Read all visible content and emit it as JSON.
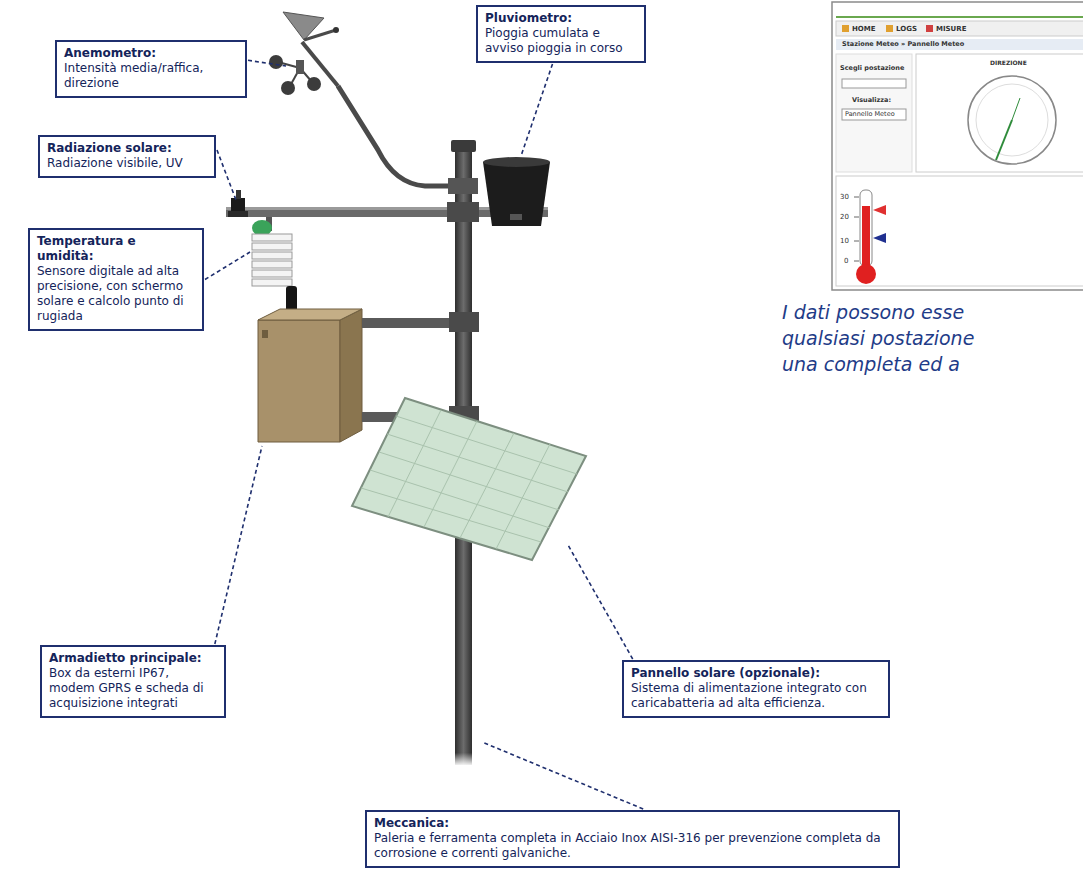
{
  "diagram": {
    "nodes": [
      {
        "text": [
          "Anemometro:",
          "Intensità media/raffica, direzione"
        ]
      },
      {
        "text": [
          "Pluviometro:",
          "Pioggia cumulata e avviso pioggia in corso"
        ]
      },
      {
        "text": [
          "Radiazione solare:",
          "Radiazione visibile, UV"
        ]
      },
      {
        "text": [
          "Temperatura e umidità:",
          "Sensore digitale ad alta precisione, con schermo solare e calcolo punto di rugiada"
        ]
      },
      {
        "text": [
          "Pannello solare (opzionale):",
          "Sistema di alimentazione integrato con caricabatteria ad alta efficienza."
        ]
      },
      {
        "text": [
          "Armadietto principale:",
          "Box da esterni IP67, modem GPRS e scheda di acquisizione integrati"
        ]
      },
      {
        "text": [
          "Meccanica:",
          "Paleria e ferramenta completa in Acciaio Inox AISI-316 per prevenzione completa da corrosione e correnti galvaniche."
        ]
      }
    ],
    "labels": [
      "HOME",
      "LOGS",
      "MISURE",
      "Stazione Meteo » Pannello Meteo",
      "Scegli postazione",
      "Visualizza:",
      "Pannello Meteo",
      "DIREZIONE",
      "30",
      "20",
      "10",
      "0",
      "I dati possono esse",
      "qualsiasi postazione",
      "una completa ed a"
    ]
  }
}
